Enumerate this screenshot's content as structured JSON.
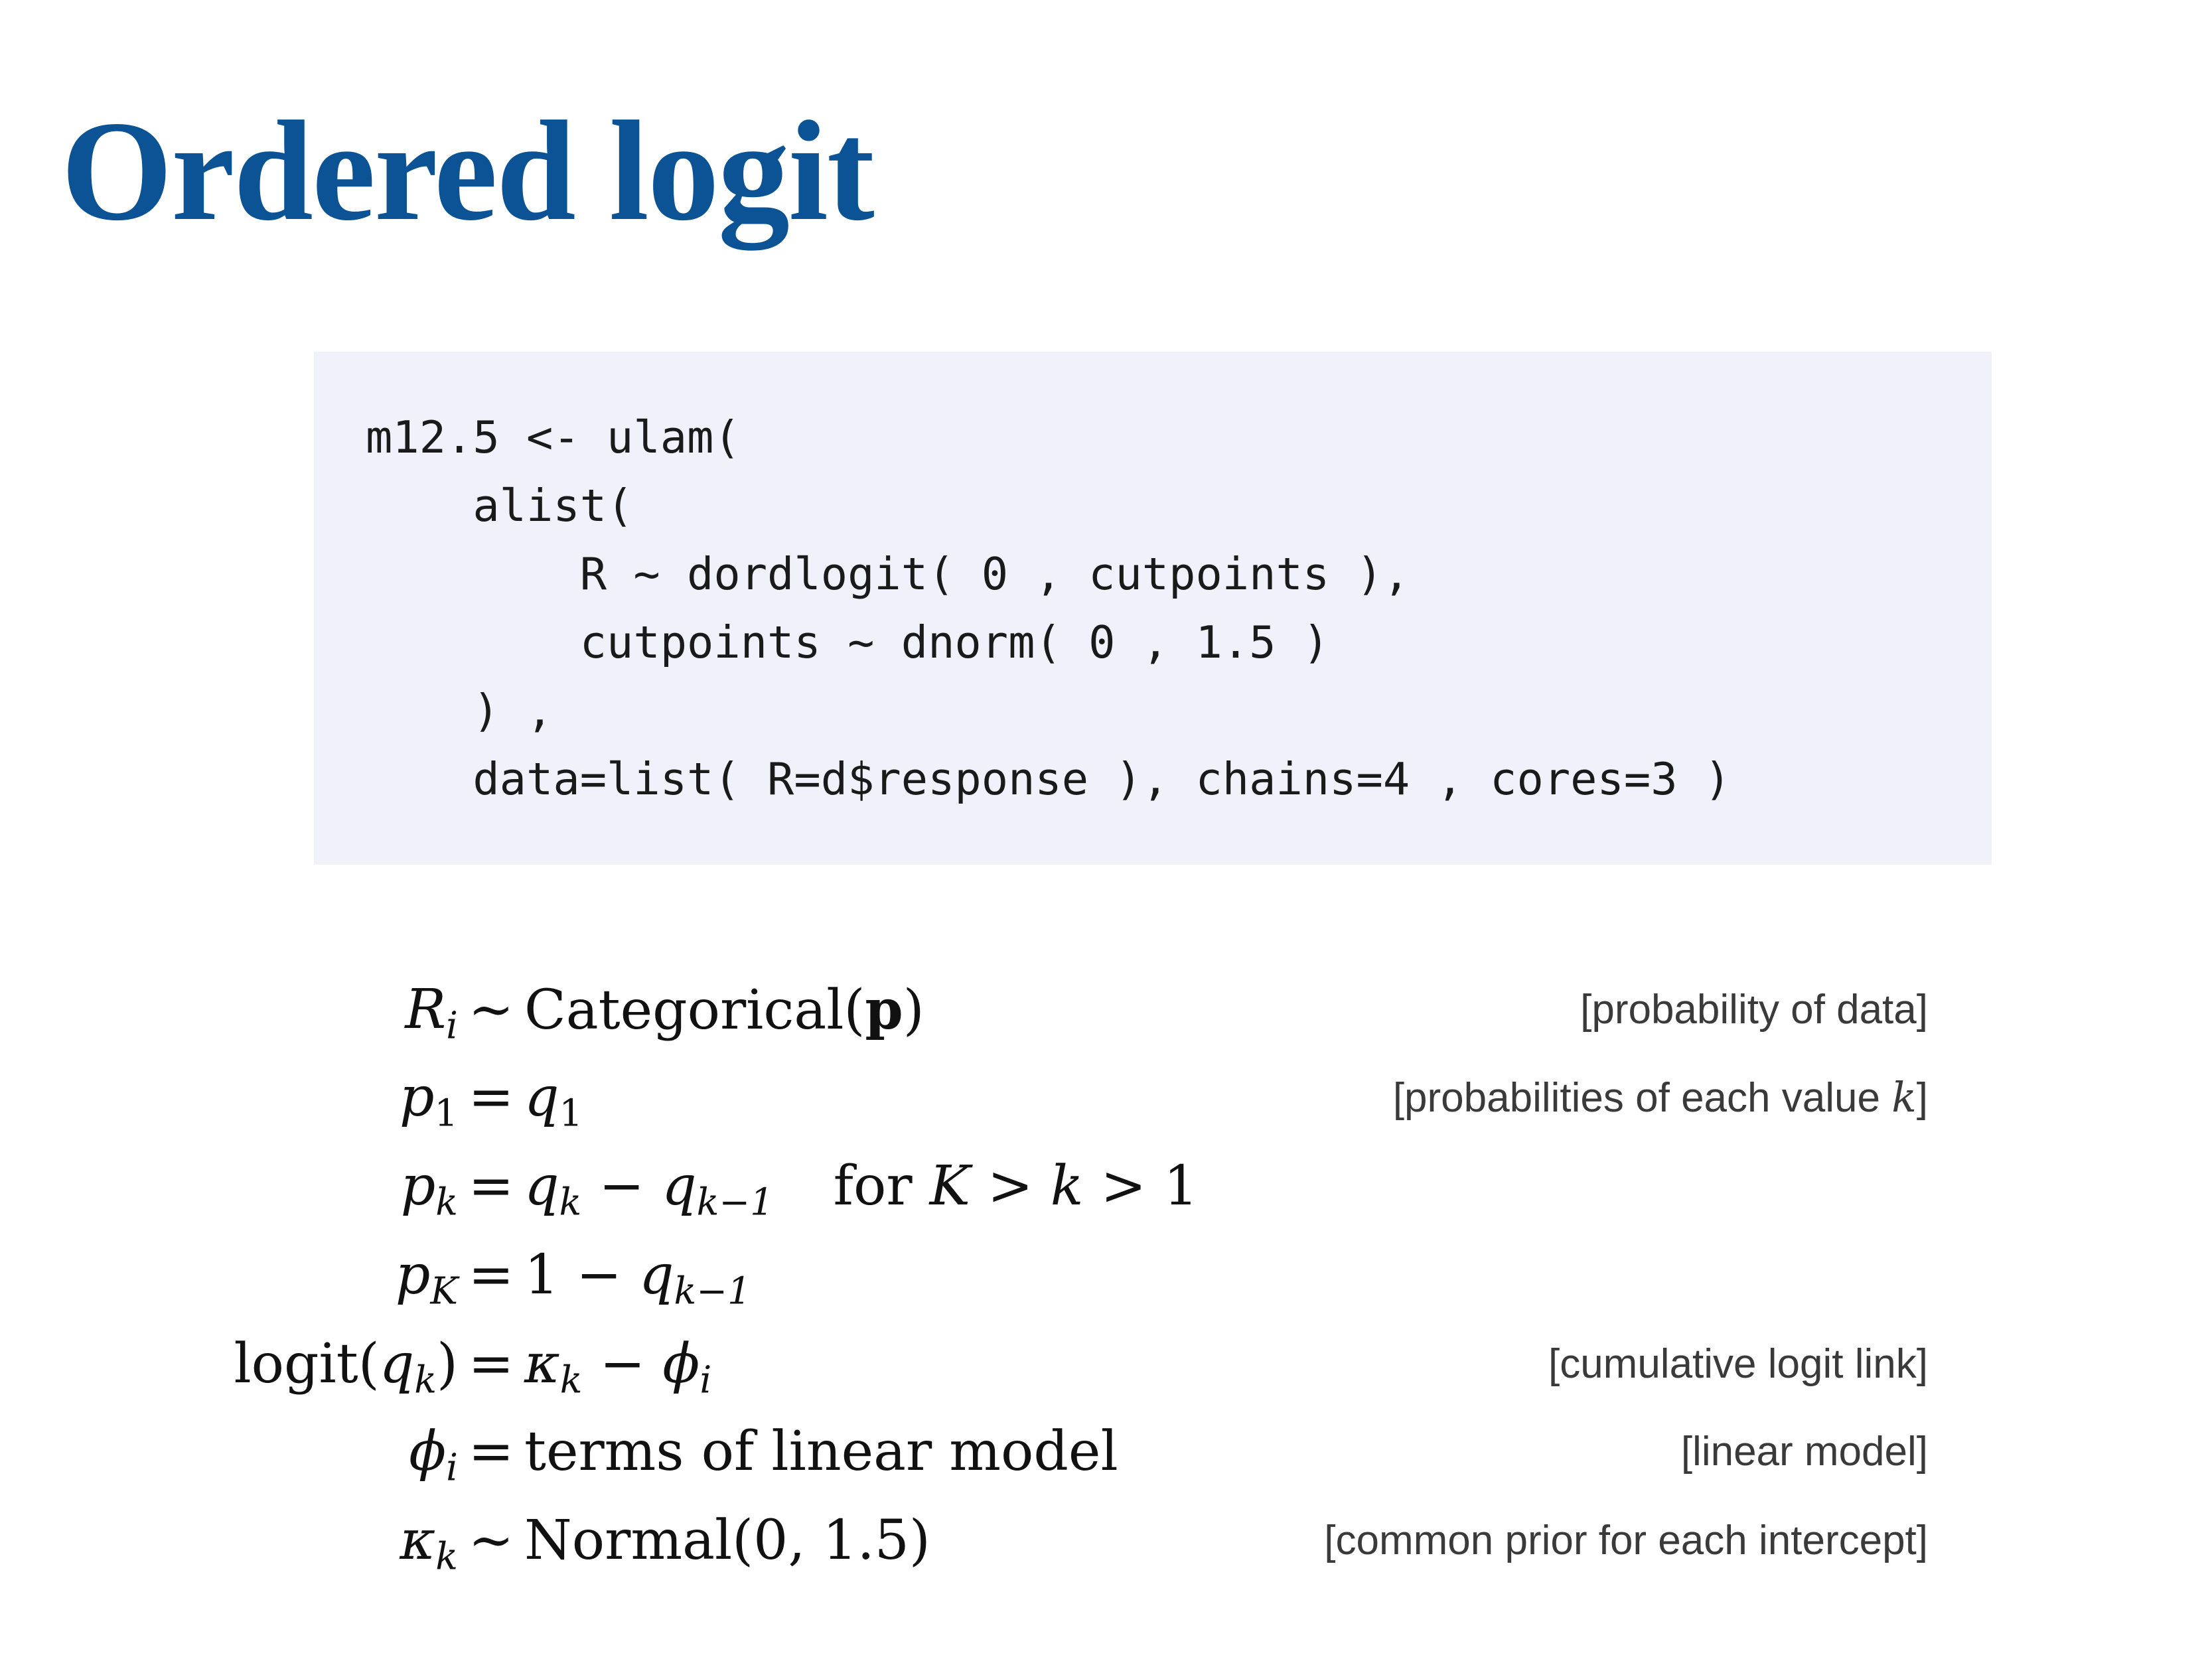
{
  "slide": {
    "title": "Ordered logit"
  },
  "code": {
    "lines": [
      "m12.5 <- ulam(",
      "    alist(",
      "        R ~ dordlogit( 0 , cutpoints ),",
      "        cutpoints ~ dnorm( 0 , 1.5 )",
      "    ) ,",
      "    data=list( R=d$response ), chains=4 , cores=3 )"
    ]
  },
  "model": {
    "rows": [
      {
        "lhs_base": "R",
        "lhs_sub": "i",
        "rel": "∼",
        "rhs_text": "Categorical(",
        "rhs_bold": "p",
        "rhs_end": ")",
        "note": "[probability of data]"
      },
      {
        "lhs_base": "p",
        "lhs_sub": "1",
        "rel": "=",
        "rhs_base": "q",
        "rhs_sub": "1",
        "note_prefix": "[probabilities of each value ",
        "note_var": "k",
        "note_suffix": "]"
      },
      {
        "lhs_base": "p",
        "lhs_sub": "k",
        "rel": "=",
        "rhs_a": "q",
        "rhs_a_sub": "k",
        "rhs_op": " − ",
        "rhs_b": "q",
        "rhs_b_sub": "k−1",
        "cond_for": "for ",
        "cond_K": "K",
        "cond_gt1": " > ",
        "cond_k": "k",
        "cond_gt2": " > 1"
      },
      {
        "lhs_base": "p",
        "lhs_sub": "K",
        "rel": "=",
        "rhs_one": "1",
        "rhs_op": " − ",
        "rhs_b": "q",
        "rhs_b_sub": "k−1"
      },
      {
        "lhs_fn": "logit(",
        "lhs_base": "q",
        "lhs_sub": "k",
        "lhs_end": ")",
        "rel": "=",
        "rhs_a": "κ",
        "rhs_a_sub": "k",
        "rhs_op": " − ",
        "rhs_b": "ϕ",
        "rhs_b_sub": "i",
        "note": "[cumulative logit link]"
      },
      {
        "lhs_base": "ϕ",
        "lhs_sub": "i",
        "rel": "=",
        "rhs_text": "terms of linear model",
        "note": "[linear model]"
      },
      {
        "lhs_base": "κ",
        "lhs_sub": "k",
        "rel": "∼",
        "rhs_text": "Normal(0, 1.5)",
        "note": "[common prior for each intercept]"
      }
    ]
  }
}
